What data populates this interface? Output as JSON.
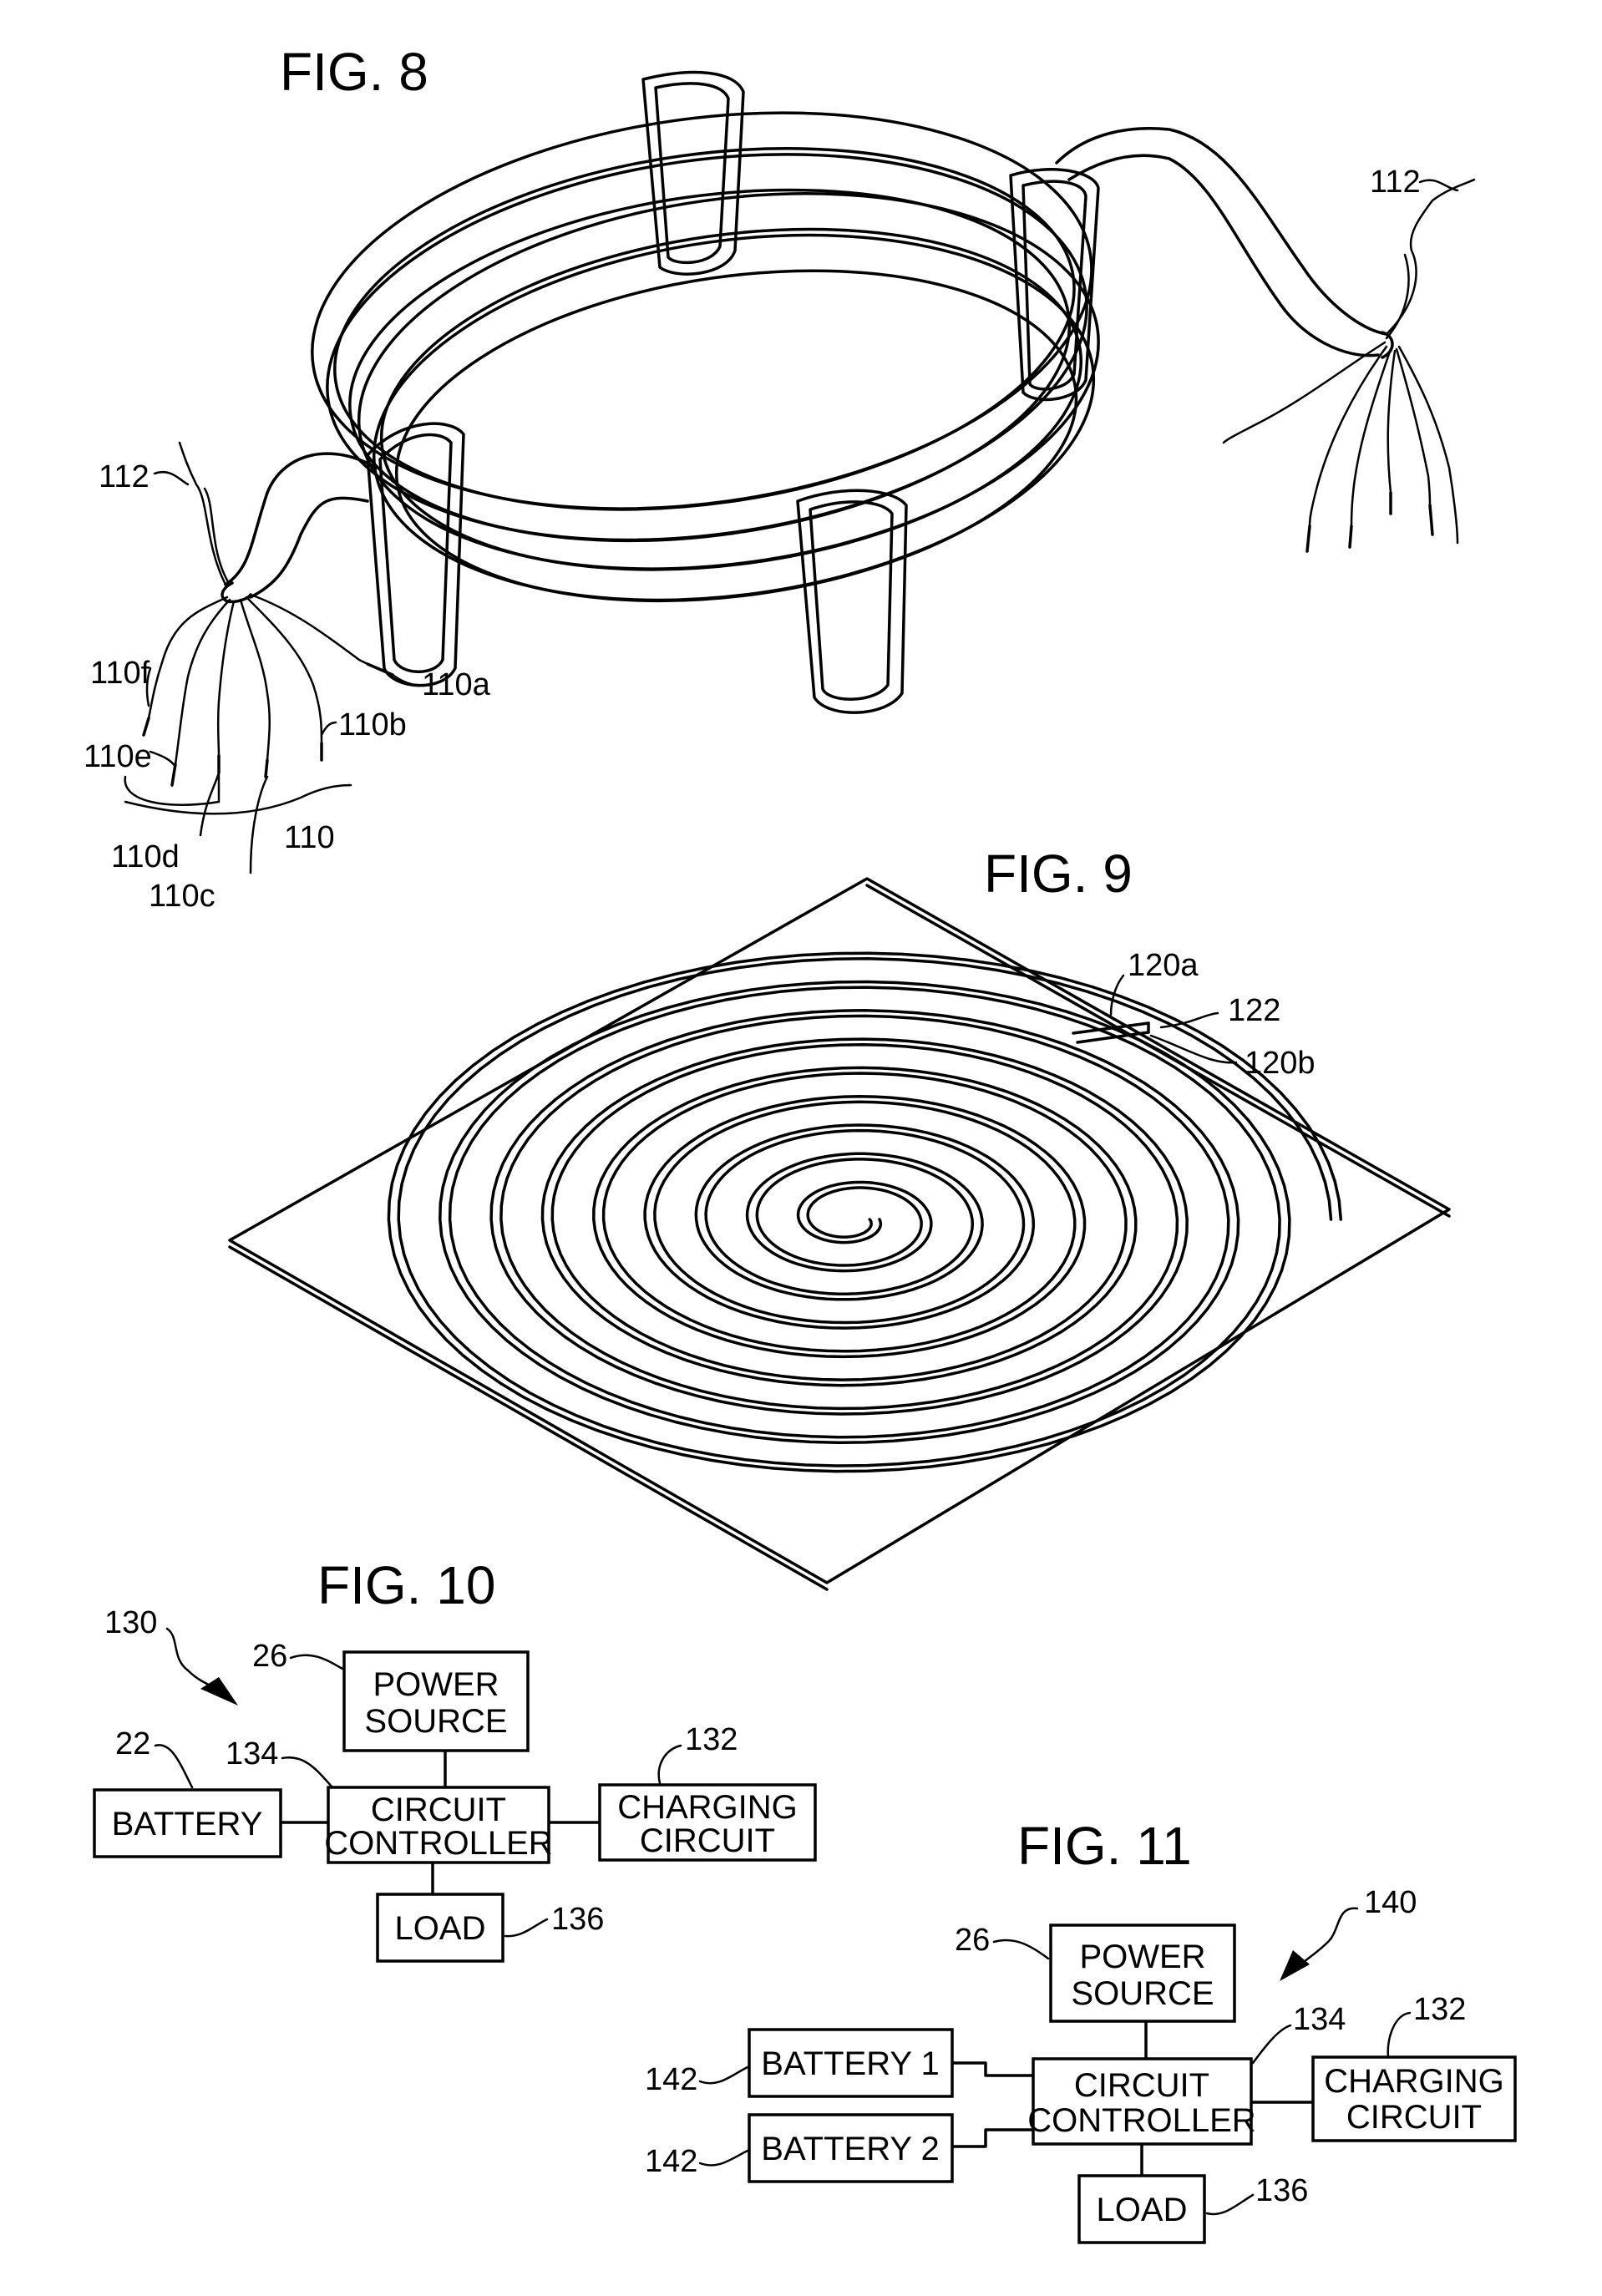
{
  "fig8": {
    "title": "FIG. 8",
    "refs": {
      "cable_left": "112",
      "cable_right": "112",
      "w110a": "110a",
      "w110b": "110b",
      "w110c": "110c",
      "w110d": "110d",
      "w110e": "110e",
      "w110f": "110f",
      "group": "110"
    }
  },
  "fig9": {
    "title": "FIG. 9",
    "refs": {
      "r120a": "120a",
      "r122": "122",
      "r120b": "120b"
    }
  },
  "fig10": {
    "title": "FIG. 10",
    "system_ref": "130",
    "power_source": {
      "line1": "POWER",
      "line2": "SOURCE",
      "ref": "26"
    },
    "battery": {
      "label": "BATTERY",
      "ref": "22"
    },
    "controller": {
      "line1": "CIRCUIT",
      "line2": "CONTROLLER",
      "ref": "134"
    },
    "charging": {
      "line1": "CHARGING",
      "line2": "CIRCUIT",
      "ref": "132"
    },
    "load": {
      "label": "LOAD",
      "ref": "136"
    }
  },
  "fig11": {
    "title": "FIG. 11",
    "system_ref": "140",
    "power_source": {
      "line1": "POWER",
      "line2": "SOURCE",
      "ref": "26"
    },
    "battery1": {
      "label": "BATTERY 1",
      "ref": "142"
    },
    "battery2": {
      "label": "BATTERY 2",
      "ref": "142"
    },
    "controller": {
      "line1": "CIRCUIT",
      "line2": "CONTROLLER",
      "ref": "134"
    },
    "charging": {
      "line1": "CHARGING",
      "line2": "CIRCUIT",
      "ref": "132"
    },
    "load": {
      "label": "LOAD",
      "ref": "136"
    }
  }
}
